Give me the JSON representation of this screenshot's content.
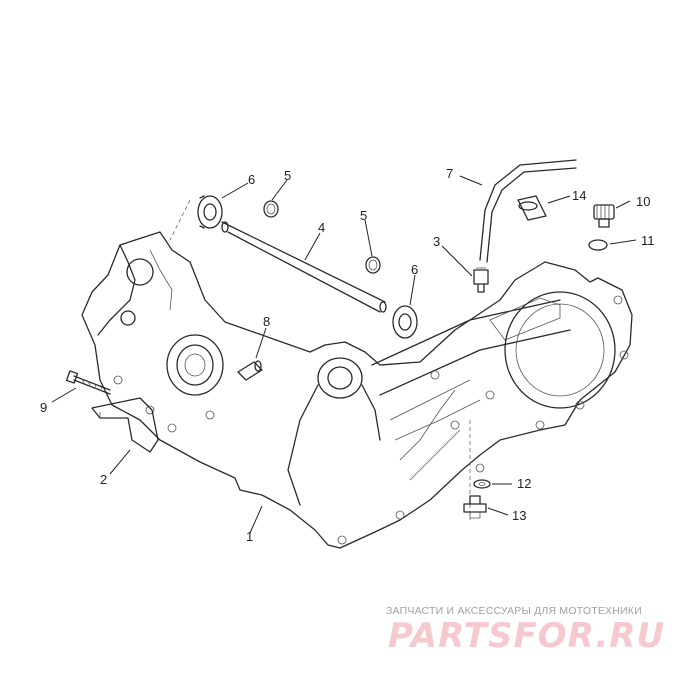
{
  "diagram": {
    "callouts": [
      {
        "id": "1",
        "label": "1"
      },
      {
        "id": "2",
        "label": "2"
      },
      {
        "id": "3",
        "label": "3"
      },
      {
        "id": "4",
        "label": "4"
      },
      {
        "id": "5a",
        "label": "5"
      },
      {
        "id": "5b",
        "label": "5"
      },
      {
        "id": "6a",
        "label": "6"
      },
      {
        "id": "6b",
        "label": "6"
      },
      {
        "id": "7",
        "label": "7"
      },
      {
        "id": "8",
        "label": "8"
      },
      {
        "id": "9",
        "label": "9"
      },
      {
        "id": "10",
        "label": "10"
      },
      {
        "id": "11",
        "label": "11"
      },
      {
        "id": "12",
        "label": "12"
      },
      {
        "id": "13",
        "label": "13"
      },
      {
        "id": "14",
        "label": "14"
      }
    ]
  },
  "watermark": {
    "caption": "ЗАПЧАСТИ И АКСЕССУАРЫ ДЛЯ МОТОТЕХНИКИ",
    "logo": "PARTSFOR.RU",
    "color": "#f6c9cf"
  }
}
